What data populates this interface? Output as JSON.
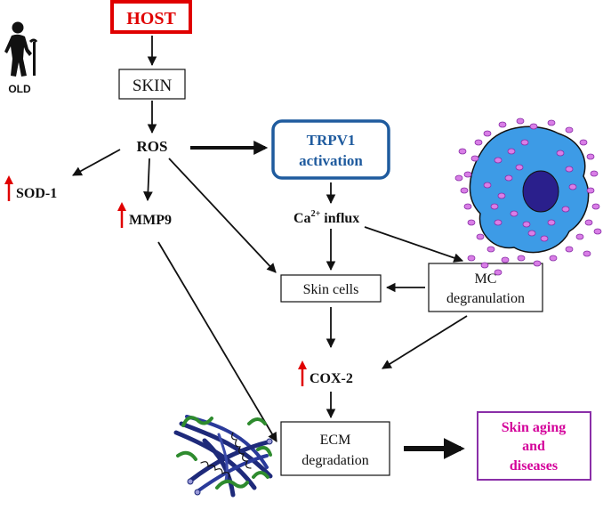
{
  "colors": {
    "arrow": "#111111",
    "up_arrow": "#e00000",
    "host_border": "#e00000",
    "host_text": "#e00000",
    "trpv1_border": "#1f5b9e",
    "trpv1_text": "#1f5b9e",
    "outcome_border": "#8a2fa8",
    "outcome_text": "#d4009a",
    "cell_body": "#3d9be6",
    "cell_nucleus": "#2a1f8c",
    "granule": "#d97ee6",
    "fiber": "#1e2a7a",
    "fiber_green": "#2e8b2e"
  },
  "icons": {
    "old_person": "elderly-person-with-cane-icon",
    "mast_cell": "mast-cell-illustration",
    "ecm": "ecm-fibers-illustration"
  },
  "labels": {
    "old": "OLD",
    "host": "HOST",
    "skin": "SKIN",
    "ros": "ROS",
    "trpv1_line1": "TRPV1",
    "trpv1_line2": "activation",
    "sod1": "SOD-1",
    "mmp9": "MMP9",
    "ca_influx_base": "Ca",
    "ca_influx_sup": "2+",
    "ca_influx_rest": " influx",
    "skin_cells": "Skin cells",
    "mc_line1": "MC",
    "mc_line2": "degranulation",
    "cox2": "COX-2",
    "ecm_line1": "ECM",
    "ecm_line2": "degradation",
    "outcome_line1": "Skin aging",
    "outcome_line2": "and",
    "outcome_line3": "diseases"
  }
}
